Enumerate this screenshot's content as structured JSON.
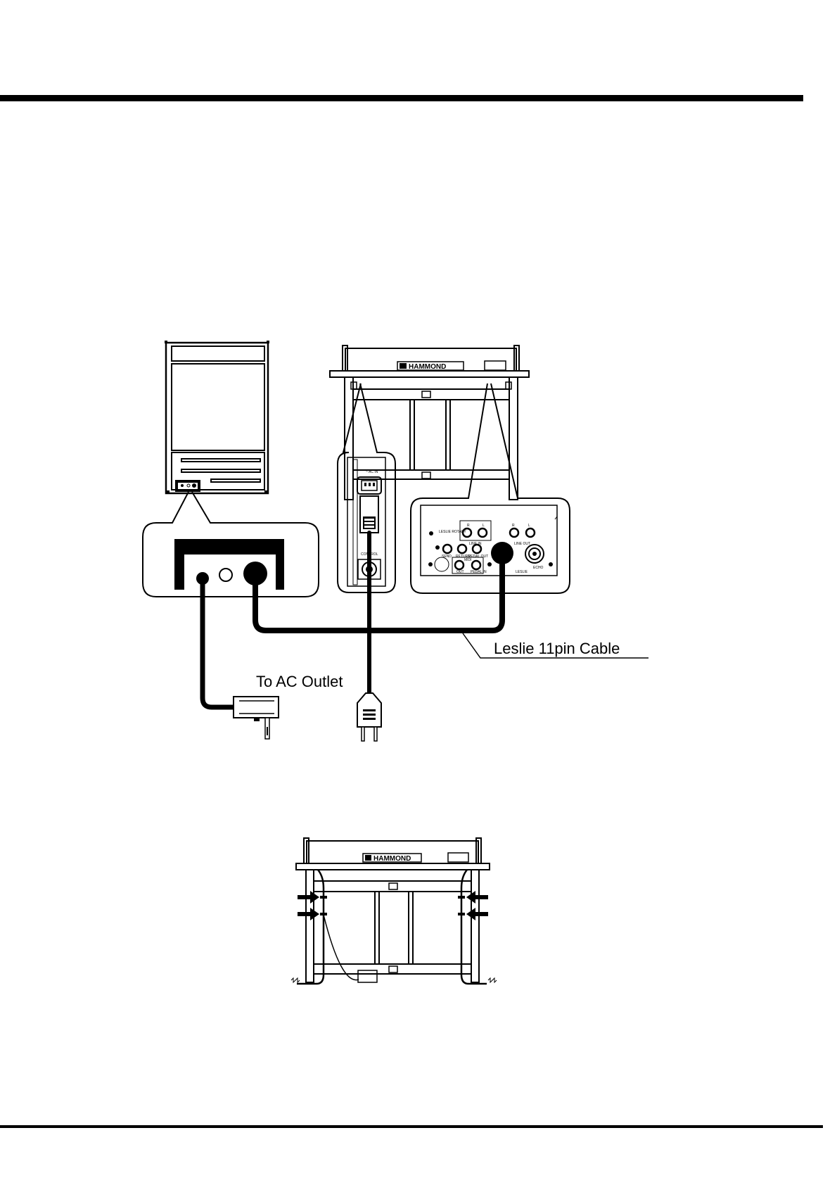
{
  "labels": {
    "leslie_cable": "Leslie 11pin Cable",
    "ac_outlet": "To AC Outlet",
    "brand": "HAMMOND",
    "brand_mark": "H"
  },
  "ac_panel": {
    "ac_in": "~ AC IN",
    "control": "CONTROL"
  },
  "jack_panel": {
    "leslie_rotary": "LESLIE ROTARY",
    "line_in": "LINE IN",
    "line_out": "LINE OUT",
    "r": "R",
    "l": "L",
    "send": "SEND",
    "return": "RETURN",
    "pedal_out": "PEDAL OUT",
    "midi": "MIDI",
    "midi_out": "OUT",
    "pedal_in": "PEDAL IN",
    "leslie": "LESLIE",
    "echo": "ECHO"
  }
}
